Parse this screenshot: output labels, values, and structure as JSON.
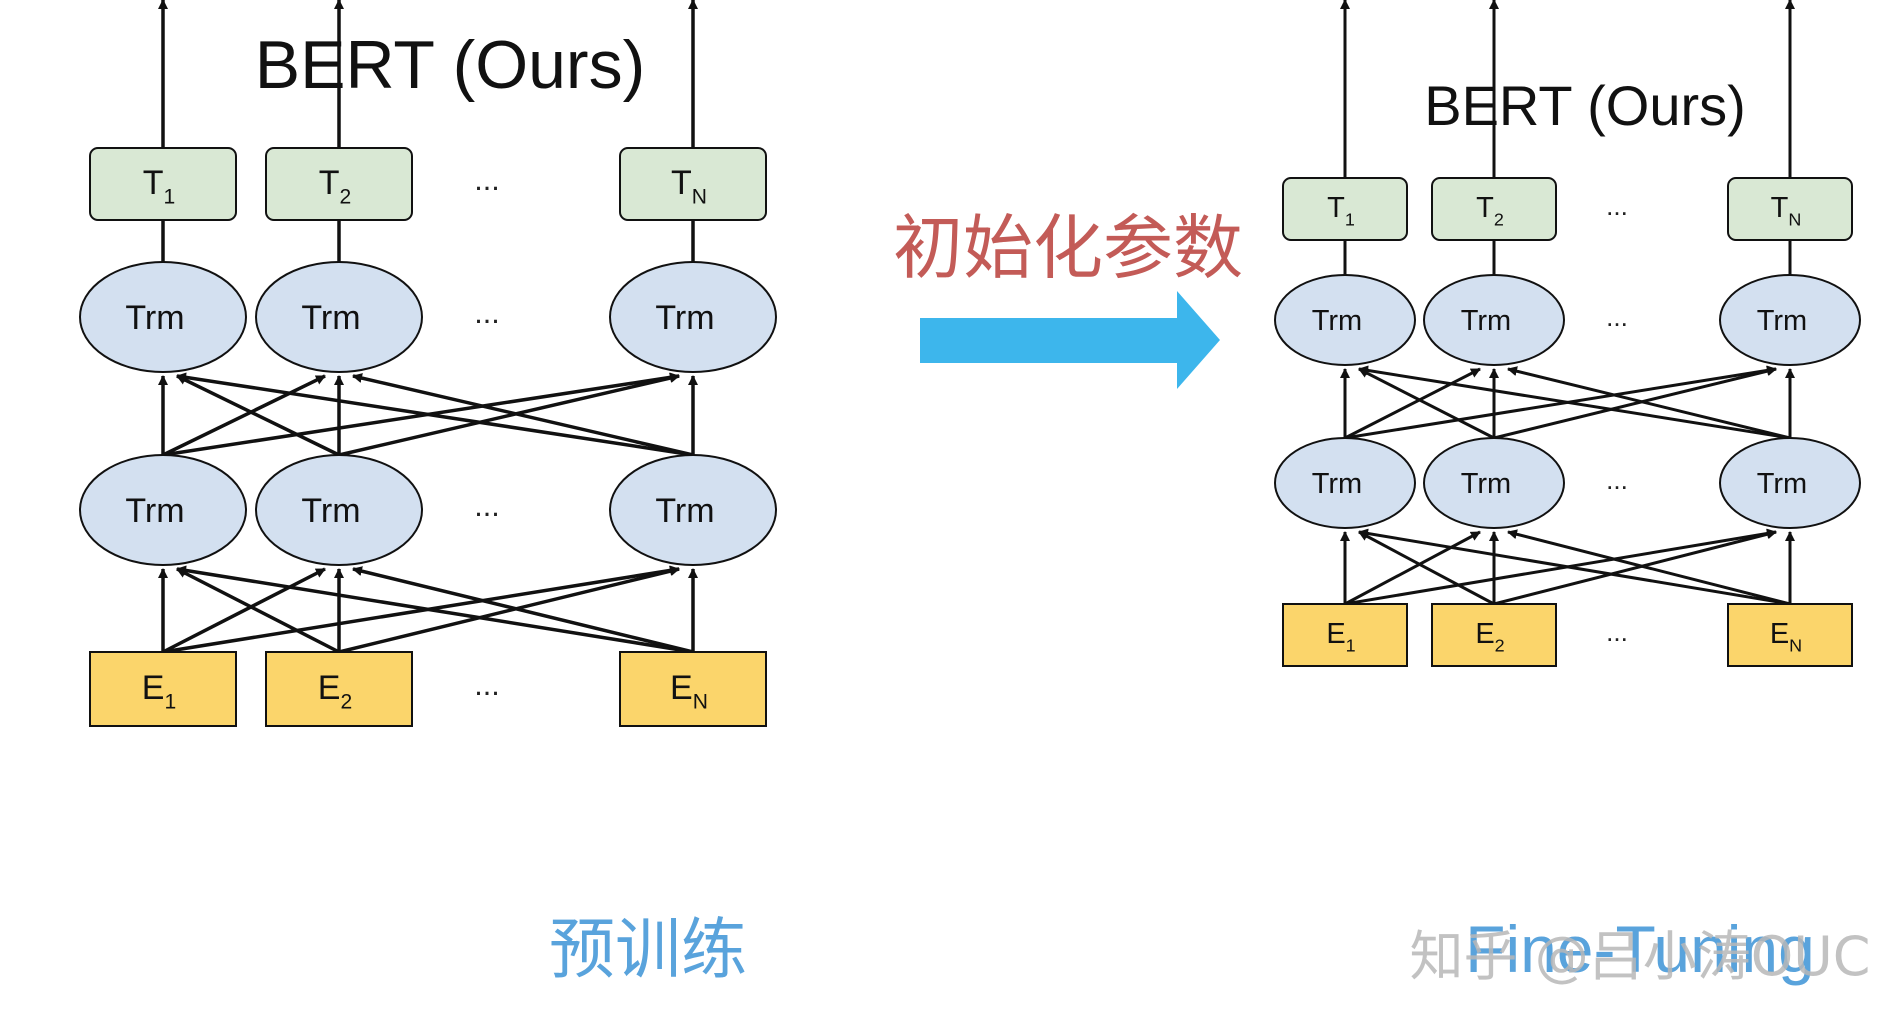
{
  "colors": {
    "background": "#ffffff",
    "output_fill": "#d9e8d4",
    "trm_fill": "#d3e0f0",
    "embed_fill": "#fbd56b",
    "stroke": "#111111",
    "arrow_blue": "#3db6ec",
    "init_text": "#c35b57",
    "caption_blue": "#59a3dc",
    "watermark": "#b8b8b8"
  },
  "left": {
    "title": "BERT (Ours)",
    "outputs": [
      {
        "main": "T",
        "sub": "1"
      },
      {
        "main": "T",
        "sub": "2"
      },
      {
        "main": "T",
        "sub": "N"
      }
    ],
    "trm_label": "Trm",
    "embeddings": [
      {
        "main": "E",
        "sub": "1"
      },
      {
        "main": "E",
        "sub": "2"
      },
      {
        "main": "E",
        "sub": "N"
      }
    ],
    "ellipsis": "...",
    "caption": "预训练"
  },
  "middle": {
    "label": "初始化参数",
    "arrow_icon": "right-arrow-icon"
  },
  "right": {
    "title": "BERT (Ours)",
    "outputs": [
      {
        "main": "T",
        "sub": "1"
      },
      {
        "main": "T",
        "sub": "2"
      },
      {
        "main": "T",
        "sub": "N"
      }
    ],
    "trm_label": "Trm",
    "embeddings": [
      {
        "main": "E",
        "sub": "1"
      },
      {
        "main": "E",
        "sub": "2"
      },
      {
        "main": "E",
        "sub": "N"
      }
    ],
    "ellipsis": "...",
    "caption": "Fine-Tuning"
  },
  "watermark": "知乎 @吕小涛OUC"
}
